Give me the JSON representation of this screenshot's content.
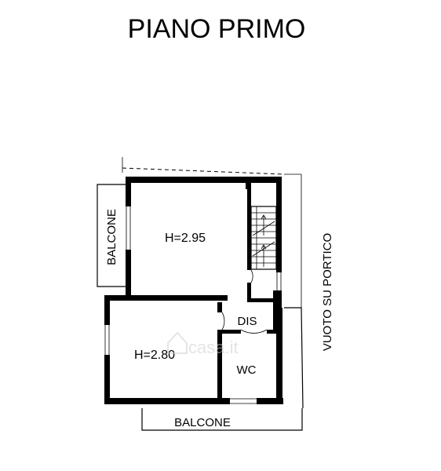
{
  "title": "PIANO PRIMO",
  "rooms": {
    "upper_room_height": "H=2.95",
    "lower_room_height": "H=2.80",
    "dis": "DIS",
    "wc": "WC"
  },
  "outside": {
    "balcone_left": "BALCONE",
    "balcone_bottom": "BALCONE",
    "vuoto": "VUOTO SU PORTICO"
  },
  "watermark": "casa.it",
  "colors": {
    "ink": "#000000",
    "background": "#ffffff",
    "watermark": "#d0d0d0"
  }
}
